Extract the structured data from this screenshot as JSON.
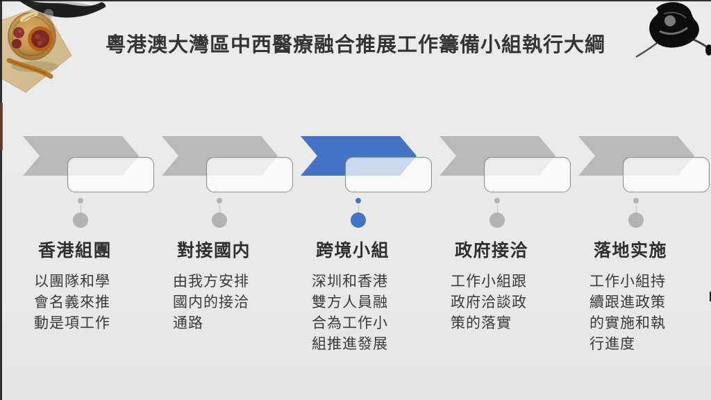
{
  "title": "粵港澳大灣區中西醫療融合推展工作籌備小組執行大綱",
  "colors": {
    "accent_blue": "#4472C4",
    "chevron_gray": "#B9B9B9",
    "dot_gray": "#B3B3B3",
    "background": "#E9E9E9",
    "card_border": "#8A8A8A",
    "text": "#3A3A3A"
  },
  "steps": [
    {
      "heading": "香港組團",
      "body": "以團隊和學\n會名義來推\n動是項工作",
      "active": false
    },
    {
      "heading": "對接國内",
      "body": "由我方安排\n國内的接洽\n通路",
      "active": false
    },
    {
      "heading": "跨境小組",
      "body": "深圳和香港\n雙方人員融\n合為工作小\n組推進發展",
      "active": true
    },
    {
      "heading": "政府接洽",
      "body": "工作小組跟\n政府洽談政\n策的落實",
      "active": false
    },
    {
      "heading": "落地实施",
      "body": "工作小組持\n續跟進政策\n的實施和執\n行進度",
      "active": false
    }
  ],
  "decorations": {
    "top_left": "herbal-medicine-photo-with-ink-stroke",
    "top_right": "ink-splash",
    "edges": "black-ink-frame-edges"
  }
}
